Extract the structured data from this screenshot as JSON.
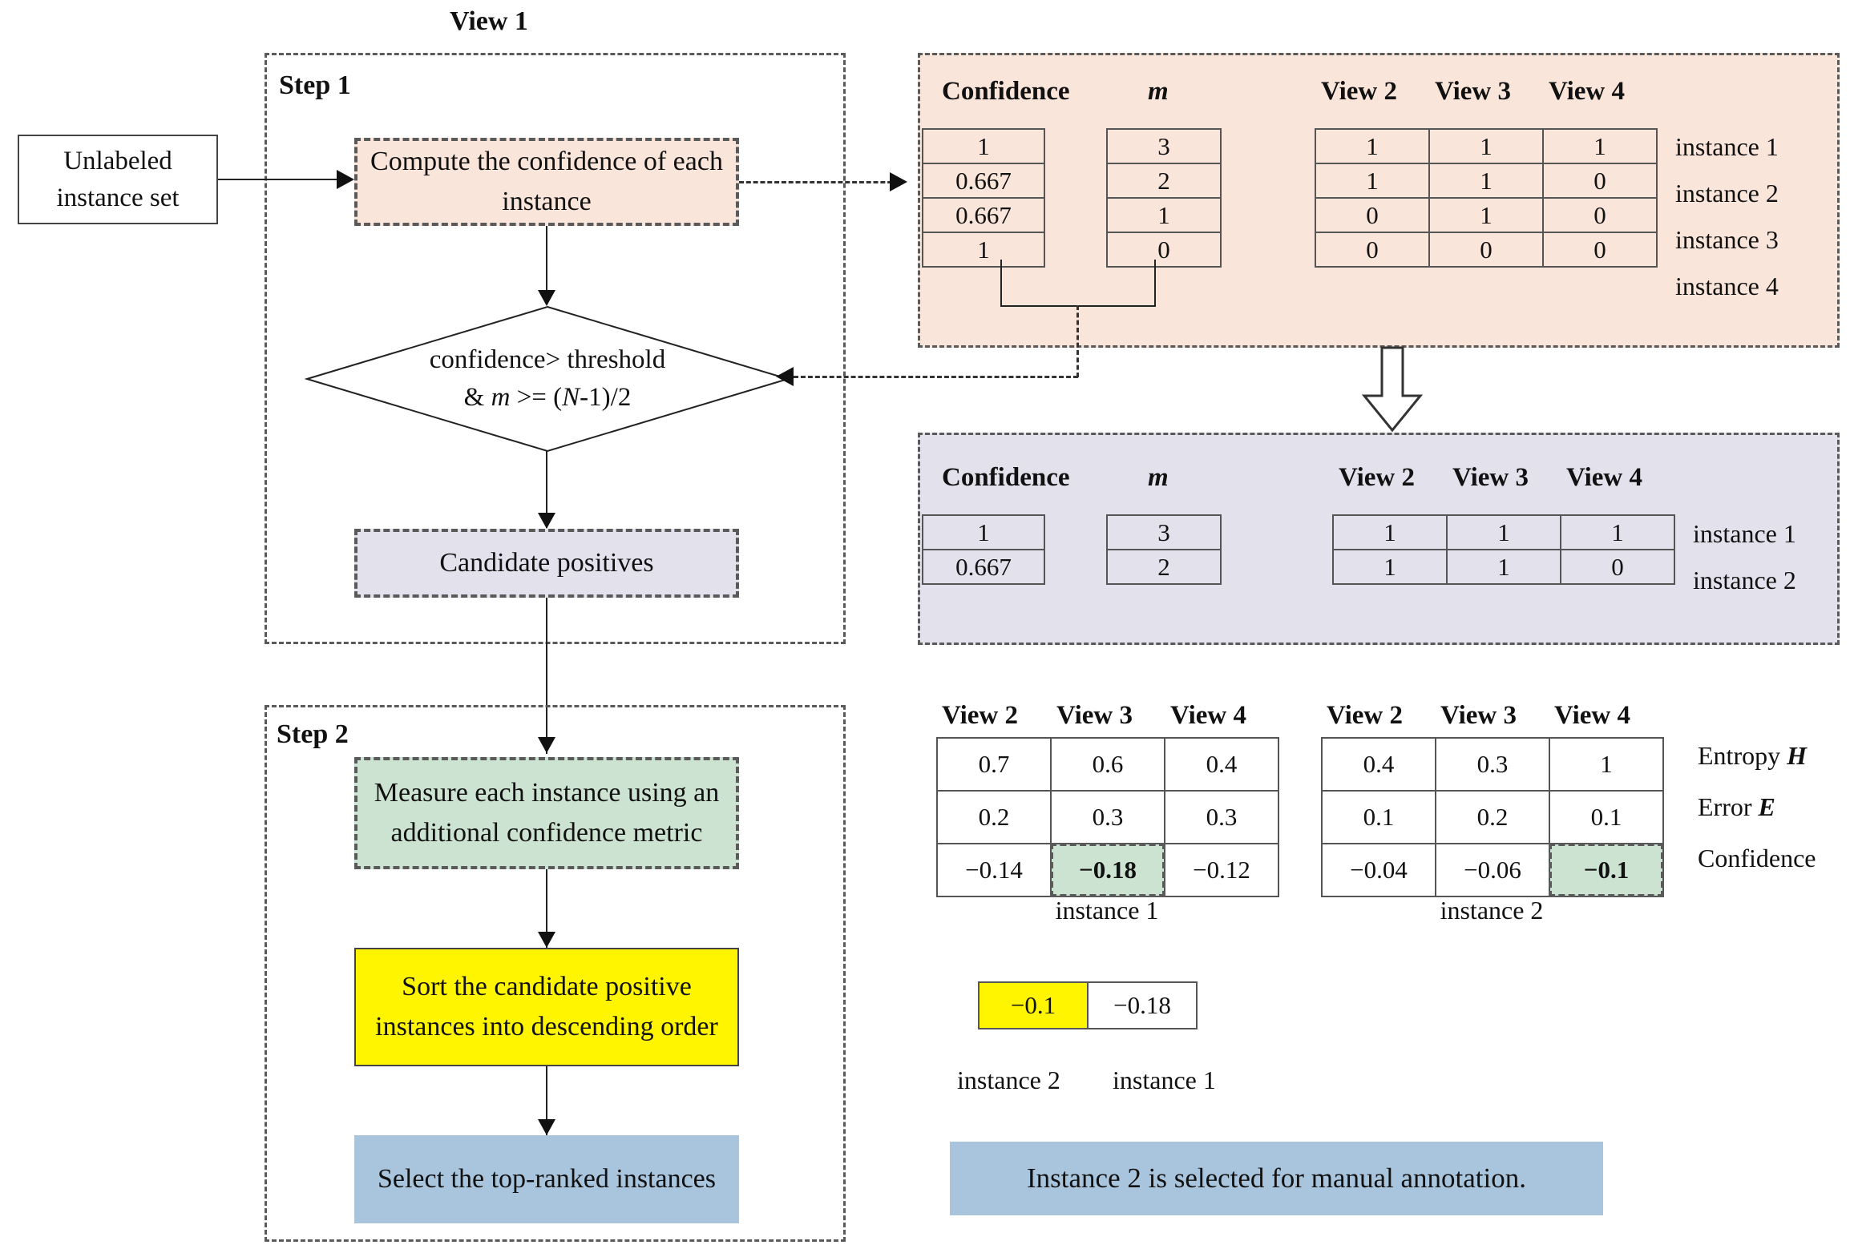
{
  "view_title": "View 1",
  "step1": {
    "label": "Step 1",
    "compute_box": "Compute the confidence of each instance",
    "decision_line1": "confidence> threshold",
    "decision_line2_prefix": "& ",
    "decision_m": "m",
    "decision_line2_rest": " >= (",
    "decision_N": "N",
    "decision_line2_tail": "-1)/2",
    "candidate_box": "Candidate positives"
  },
  "step2": {
    "label": "Step 2",
    "measure_box": "Measure each instance using an additional confidence metric",
    "sort_box": "Sort the candidate positive instances into descending order",
    "select_box": "Select the top-ranked instances"
  },
  "input_box": "Unlabeled instance set",
  "tables": {
    "all_instances": {
      "confidence_header": "Confidence",
      "m_header": "m",
      "view_headers": [
        "View 2",
        "View 3",
        "View 4"
      ],
      "confidence": [
        "1",
        "0.667",
        "0.667",
        "1"
      ],
      "m": [
        "3",
        "2",
        "1",
        "0"
      ],
      "views": [
        [
          "1",
          "1",
          "1"
        ],
        [
          "1",
          "1",
          "0"
        ],
        [
          "0",
          "1",
          "0"
        ],
        [
          "0",
          "0",
          "0"
        ]
      ],
      "row_labels": [
        "instance 1",
        "instance 2",
        "instance 3",
        "instance 4"
      ]
    },
    "candidates": {
      "confidence_header": "Confidence",
      "m_header": "m",
      "view_headers": [
        "View 2",
        "View 3",
        "View 4"
      ],
      "confidence": [
        "1",
        "0.667"
      ],
      "m": [
        "3",
        "2"
      ],
      "views": [
        [
          "1",
          "1",
          "1"
        ],
        [
          "1",
          "1",
          "0"
        ]
      ],
      "row_labels": [
        "instance 1",
        "instance 2"
      ]
    },
    "metric_row_labels": [
      "Entropy ",
      "Error ",
      "Confidence"
    ],
    "metric_row_symbols": [
      "H",
      "E",
      ""
    ],
    "instance1": {
      "view_headers": [
        "View 2",
        "View 3",
        "View 4"
      ],
      "entropy": [
        "0.7",
        "0.6",
        "0.4"
      ],
      "error": [
        "0.2",
        "0.3",
        "0.3"
      ],
      "confidence": [
        "−0.14",
        "−0.18",
        "−0.12"
      ],
      "highlight_index": 1,
      "caption": "instance 1"
    },
    "instance2": {
      "view_headers": [
        "View 2",
        "View 3",
        "View 4"
      ],
      "entropy": [
        "0.4",
        "0.3",
        "1"
      ],
      "error": [
        "0.1",
        "0.2",
        "0.1"
      ],
      "confidence": [
        "−0.04",
        "−0.06",
        "−0.1"
      ],
      "highlight_index": 2,
      "caption": "instance 2"
    },
    "sorted": {
      "values": [
        "−0.1",
        "−0.18"
      ],
      "highlight_index": 0,
      "captions": [
        "instance 2",
        "instance 1"
      ]
    }
  },
  "result_banner": "Instance 2 is selected for manual annotation.",
  "colors": {
    "peach": "#FAE5DA",
    "lavender": "#E3E1EC",
    "green": "#CDE3D2",
    "blue": "#A9C5DE",
    "yellow": "#FFF500",
    "dash": "#5A5A5A"
  }
}
